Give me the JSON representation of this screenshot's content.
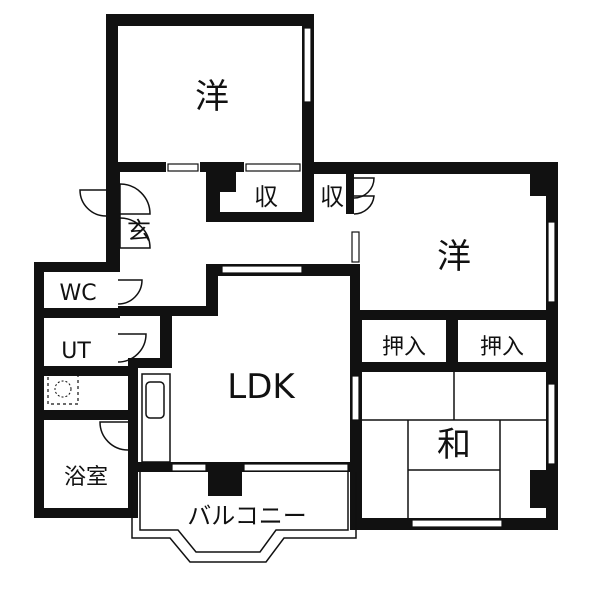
{
  "rooms": {
    "western_top": "洋",
    "western_right": "洋",
    "storage_left": "収",
    "storage_right": "収",
    "entrance": "玄",
    "wc": "WC",
    "utility": "UT",
    "ldk": "LDK",
    "closet_left": "押入",
    "closet_right": "押入",
    "japanese": "和",
    "bath": "浴室",
    "balcony": "バルコニー"
  }
}
